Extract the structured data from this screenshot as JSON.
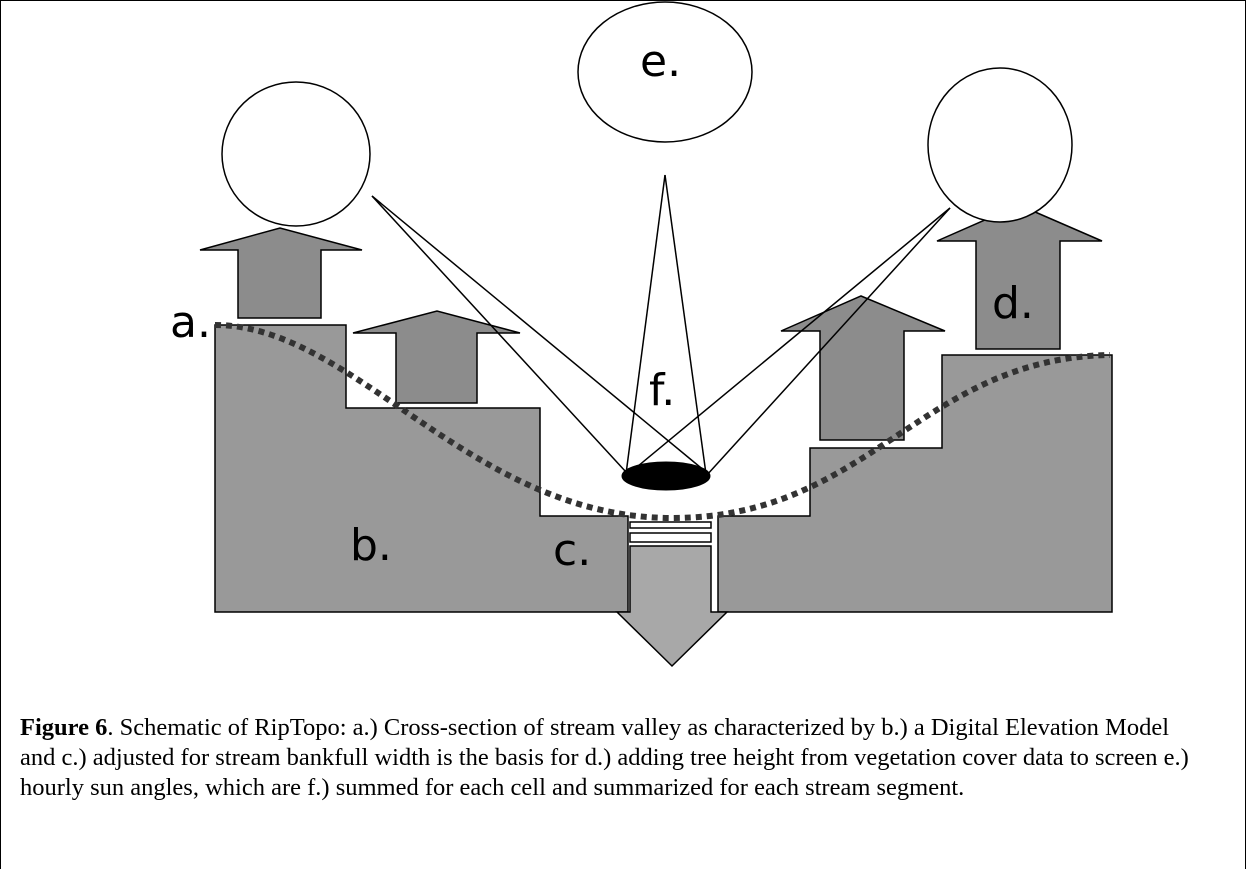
{
  "diagram": {
    "labels": {
      "a": "a.",
      "b": "b.",
      "c": "c.",
      "d": "d.",
      "e": "e.",
      "f": "f."
    }
  },
  "caption": {
    "figure_label": "Figure 6",
    "text": ". Schematic of RipTopo: a.) Cross-section of stream valley as characterized by b.) a Digital Elevation Model and c.) adjusted for stream bankfull width is the basis for d.) adding tree height from vegetation cover data to screen e.) hourly sun angles, which are f.) summed for each cell and summarized for each stream segment."
  },
  "colors": {
    "terrain": "#999999",
    "arrow": "#8c8c8c",
    "down_arrow": "#a8a8a8",
    "stream": "#000000"
  }
}
